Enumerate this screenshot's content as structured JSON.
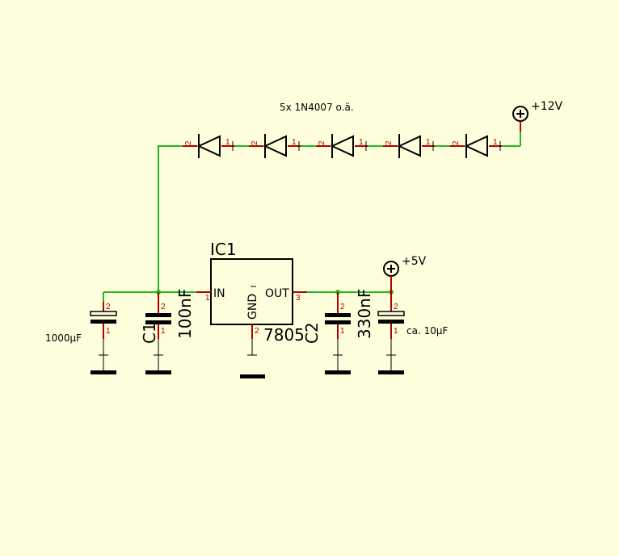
{
  "diode_note": "5x 1N4007 o.ä.",
  "supply_in": "+12V",
  "supply_out": "+5V",
  "diodes": [
    {
      "pin_a": "2",
      "pin_k": "1"
    },
    {
      "pin_a": "2",
      "pin_k": "1"
    },
    {
      "pin_a": "2",
      "pin_k": "1"
    },
    {
      "pin_a": "2",
      "pin_k": "1"
    },
    {
      "pin_a": "2",
      "pin_k": "1"
    }
  ],
  "regulator": {
    "name": "IC1",
    "value": "7805",
    "pin_in": "IN",
    "pin_out": "OUT",
    "pin_gnd": "GND",
    "pin_in_num": "1",
    "pin_out_num": "3",
    "pin_gnd_num": "2"
  },
  "capacitors": {
    "cin_elko": {
      "value": "1000µF",
      "pin_top": "2",
      "pin_bottom": "1"
    },
    "c1": {
      "name": "C1",
      "value": "100nF",
      "pin_top": "2",
      "pin_bottom": "1"
    },
    "c2": {
      "name": "C2",
      "value": "330nF",
      "pin_top": "2",
      "pin_bottom": "1"
    },
    "cout_elko": {
      "value": "ca. 10µF",
      "pin_top": "2",
      "pin_bottom": "1"
    }
  },
  "colors": {
    "background": "#fefedc",
    "wire": "#22b822",
    "pin": "#b00000",
    "symbol": "#000000"
  }
}
